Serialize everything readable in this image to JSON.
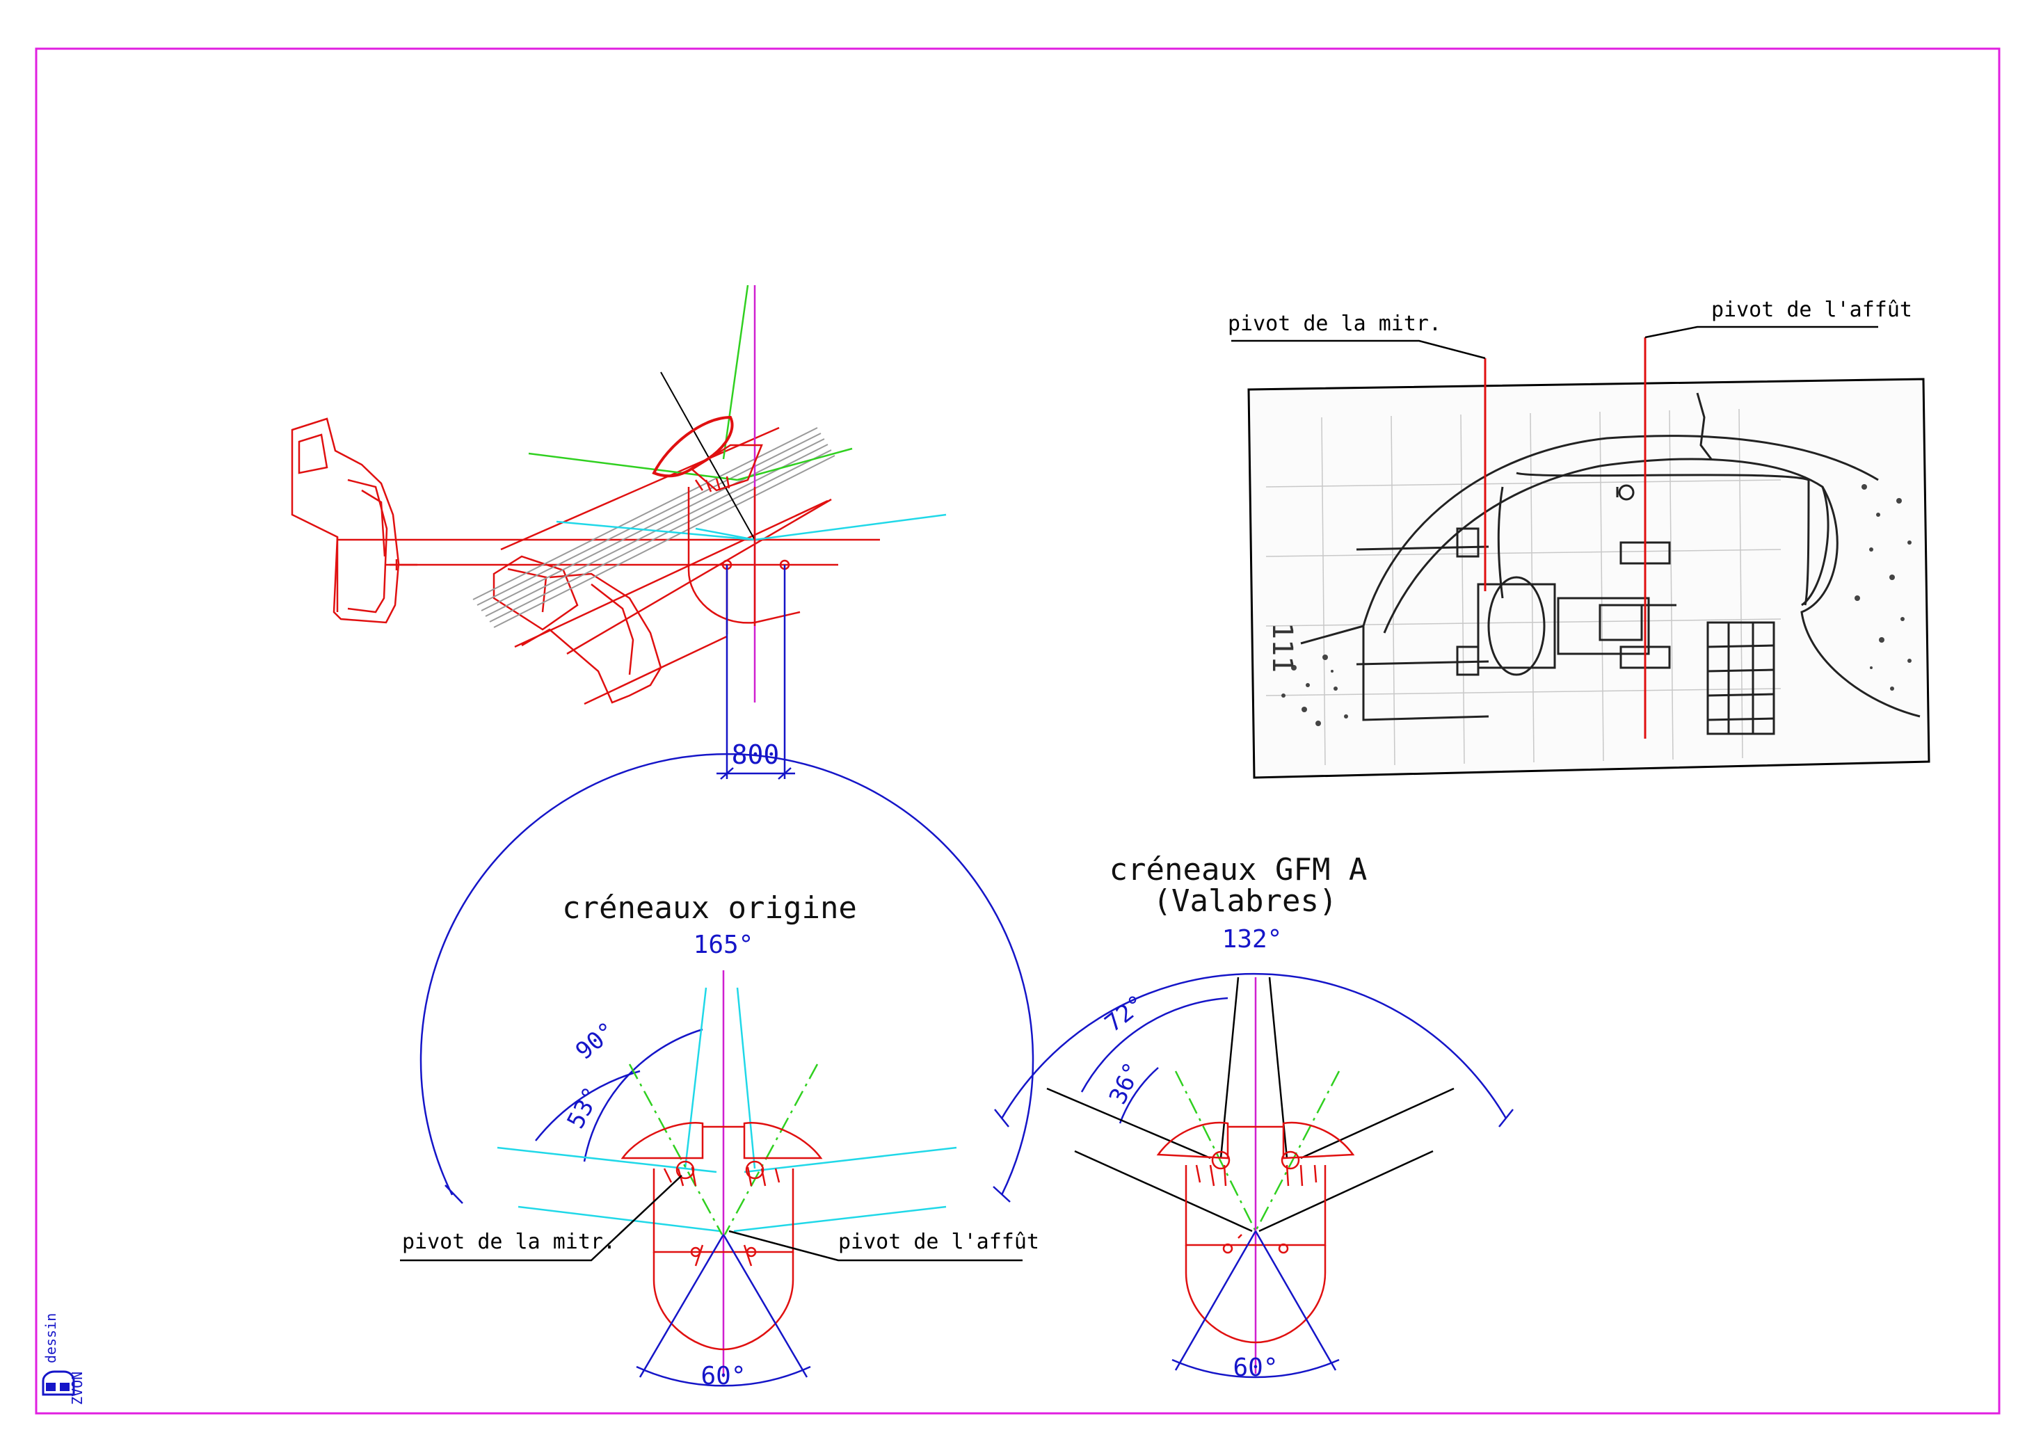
{
  "top_drawing": {
    "dimension_label": "800"
  },
  "photo_panel": {
    "label_left": "pivot de la mitr.",
    "label_right": "pivot de l'affût",
    "scan_numeral": "111"
  },
  "bottom_left": {
    "title": "créneaux origine",
    "angle_total": "165°",
    "angle_outer": "90°",
    "angle_inner": "53°",
    "angle_bottom": "60°",
    "label_pivot_mitr": "pivot de la mitr.",
    "label_pivot_affut": "pivot de l'affût"
  },
  "bottom_right": {
    "title_line1": "créneaux GFM A",
    "title_line2": "(Valabres)",
    "angle_total": "132°",
    "angle_outer": "72°",
    "angle_inner": "36°",
    "angle_bottom": "60°"
  },
  "logo": {
    "lettering": "ZVON",
    "word": "dessin"
  },
  "colors": {
    "frame": "#e020e0",
    "red": "#e01010",
    "blue": "#1515c8",
    "cyan": "#20d8e8",
    "green": "#30d020",
    "magenta": "#d020d0",
    "black": "#000000",
    "grey": "#9a9a9a"
  }
}
